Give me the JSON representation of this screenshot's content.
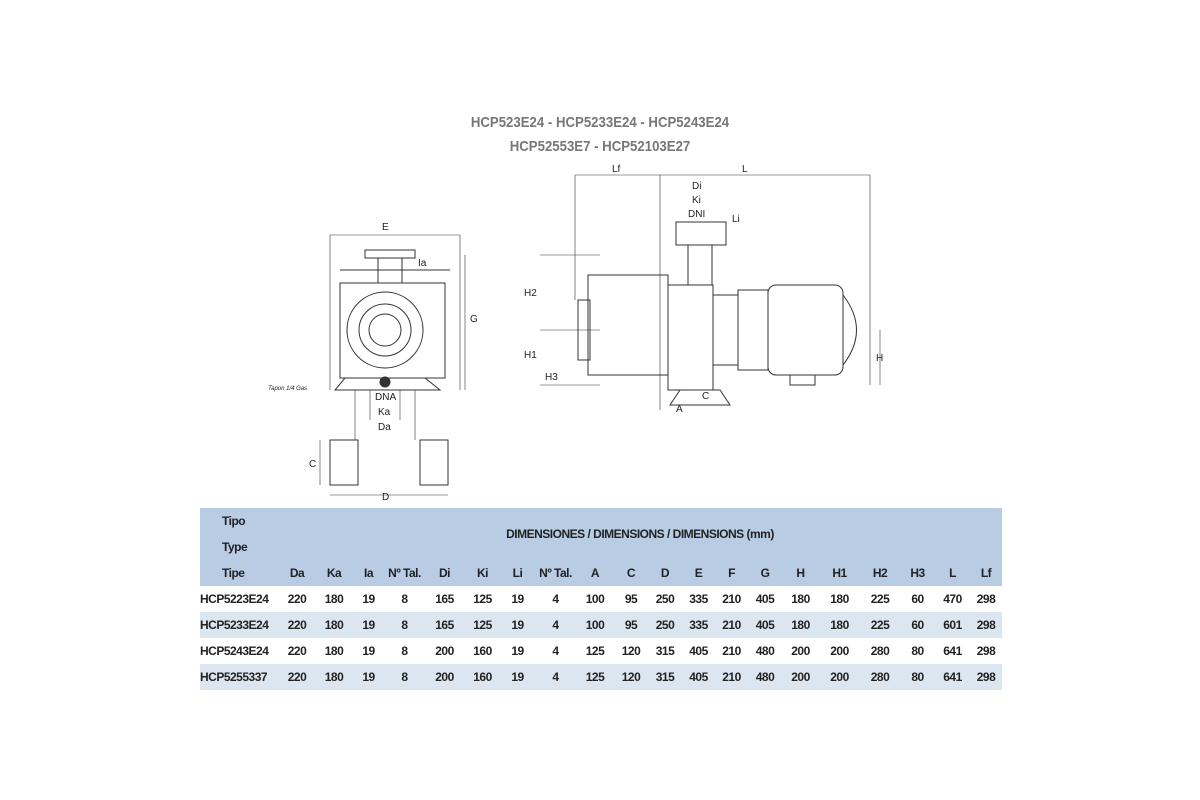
{
  "titles": [
    "HCP523E24 - HCP5233E24 - HCP5243E24",
    "HCP52553E7 - HCP52103E27"
  ],
  "drawing_labels": {
    "E": "E",
    "Ia": "Ia",
    "G": "G",
    "tapon": "Tapon 1/4 Gas",
    "DNA": "DNA",
    "Ka": "Ka",
    "Da": "Da",
    "C_left": "C",
    "D": "D",
    "Lf": "Lf",
    "L": "L",
    "Di": "Di",
    "Ki": "Ki",
    "DNI": "DNI",
    "Li": "Li",
    "H2": "H2",
    "H1": "H1",
    "H3": "H3",
    "A": "A",
    "C_right": "C",
    "H": "H"
  },
  "table": {
    "tipo_labels": [
      "Tipo",
      "Type",
      "Tipe"
    ],
    "group_header": "DIMENSIONES / DIMENSIONS / DIMENSIONS (mm)",
    "columns": [
      "Da",
      "Ka",
      "Ia",
      "Nº Tal.",
      "Di",
      "Ki",
      "Li",
      "Nº Tal.",
      "A",
      "C",
      "D",
      "E",
      "F",
      "G",
      "H",
      "H1",
      "H2",
      "H3",
      "L",
      "Lf"
    ],
    "rows": [
      {
        "type": "HCP5223E24",
        "values": [
          "220",
          "180",
          "19",
          "8",
          "165",
          "125",
          "19",
          "4",
          "100",
          "95",
          "250",
          "335",
          "210",
          "405",
          "180",
          "180",
          "225",
          "60",
          "470",
          "298"
        ]
      },
      {
        "type": "HCP5233E24",
        "values": [
          "220",
          "180",
          "19",
          "8",
          "165",
          "125",
          "19",
          "4",
          "100",
          "95",
          "250",
          "335",
          "210",
          "405",
          "180",
          "180",
          "225",
          "60",
          "601",
          "298"
        ]
      },
      {
        "type": "HCP5243E24",
        "values": [
          "220",
          "180",
          "19",
          "8",
          "200",
          "160",
          "19",
          "4",
          "125",
          "120",
          "315",
          "405",
          "210",
          "480",
          "200",
          "200",
          "280",
          "80",
          "641",
          "298"
        ]
      },
      {
        "type": "HCP5255337",
        "values": [
          "220",
          "180",
          "19",
          "8",
          "200",
          "160",
          "19",
          "4",
          "125",
          "120",
          "315",
          "405",
          "210",
          "480",
          "200",
          "200",
          "280",
          "80",
          "641",
          "298"
        ]
      }
    ]
  }
}
